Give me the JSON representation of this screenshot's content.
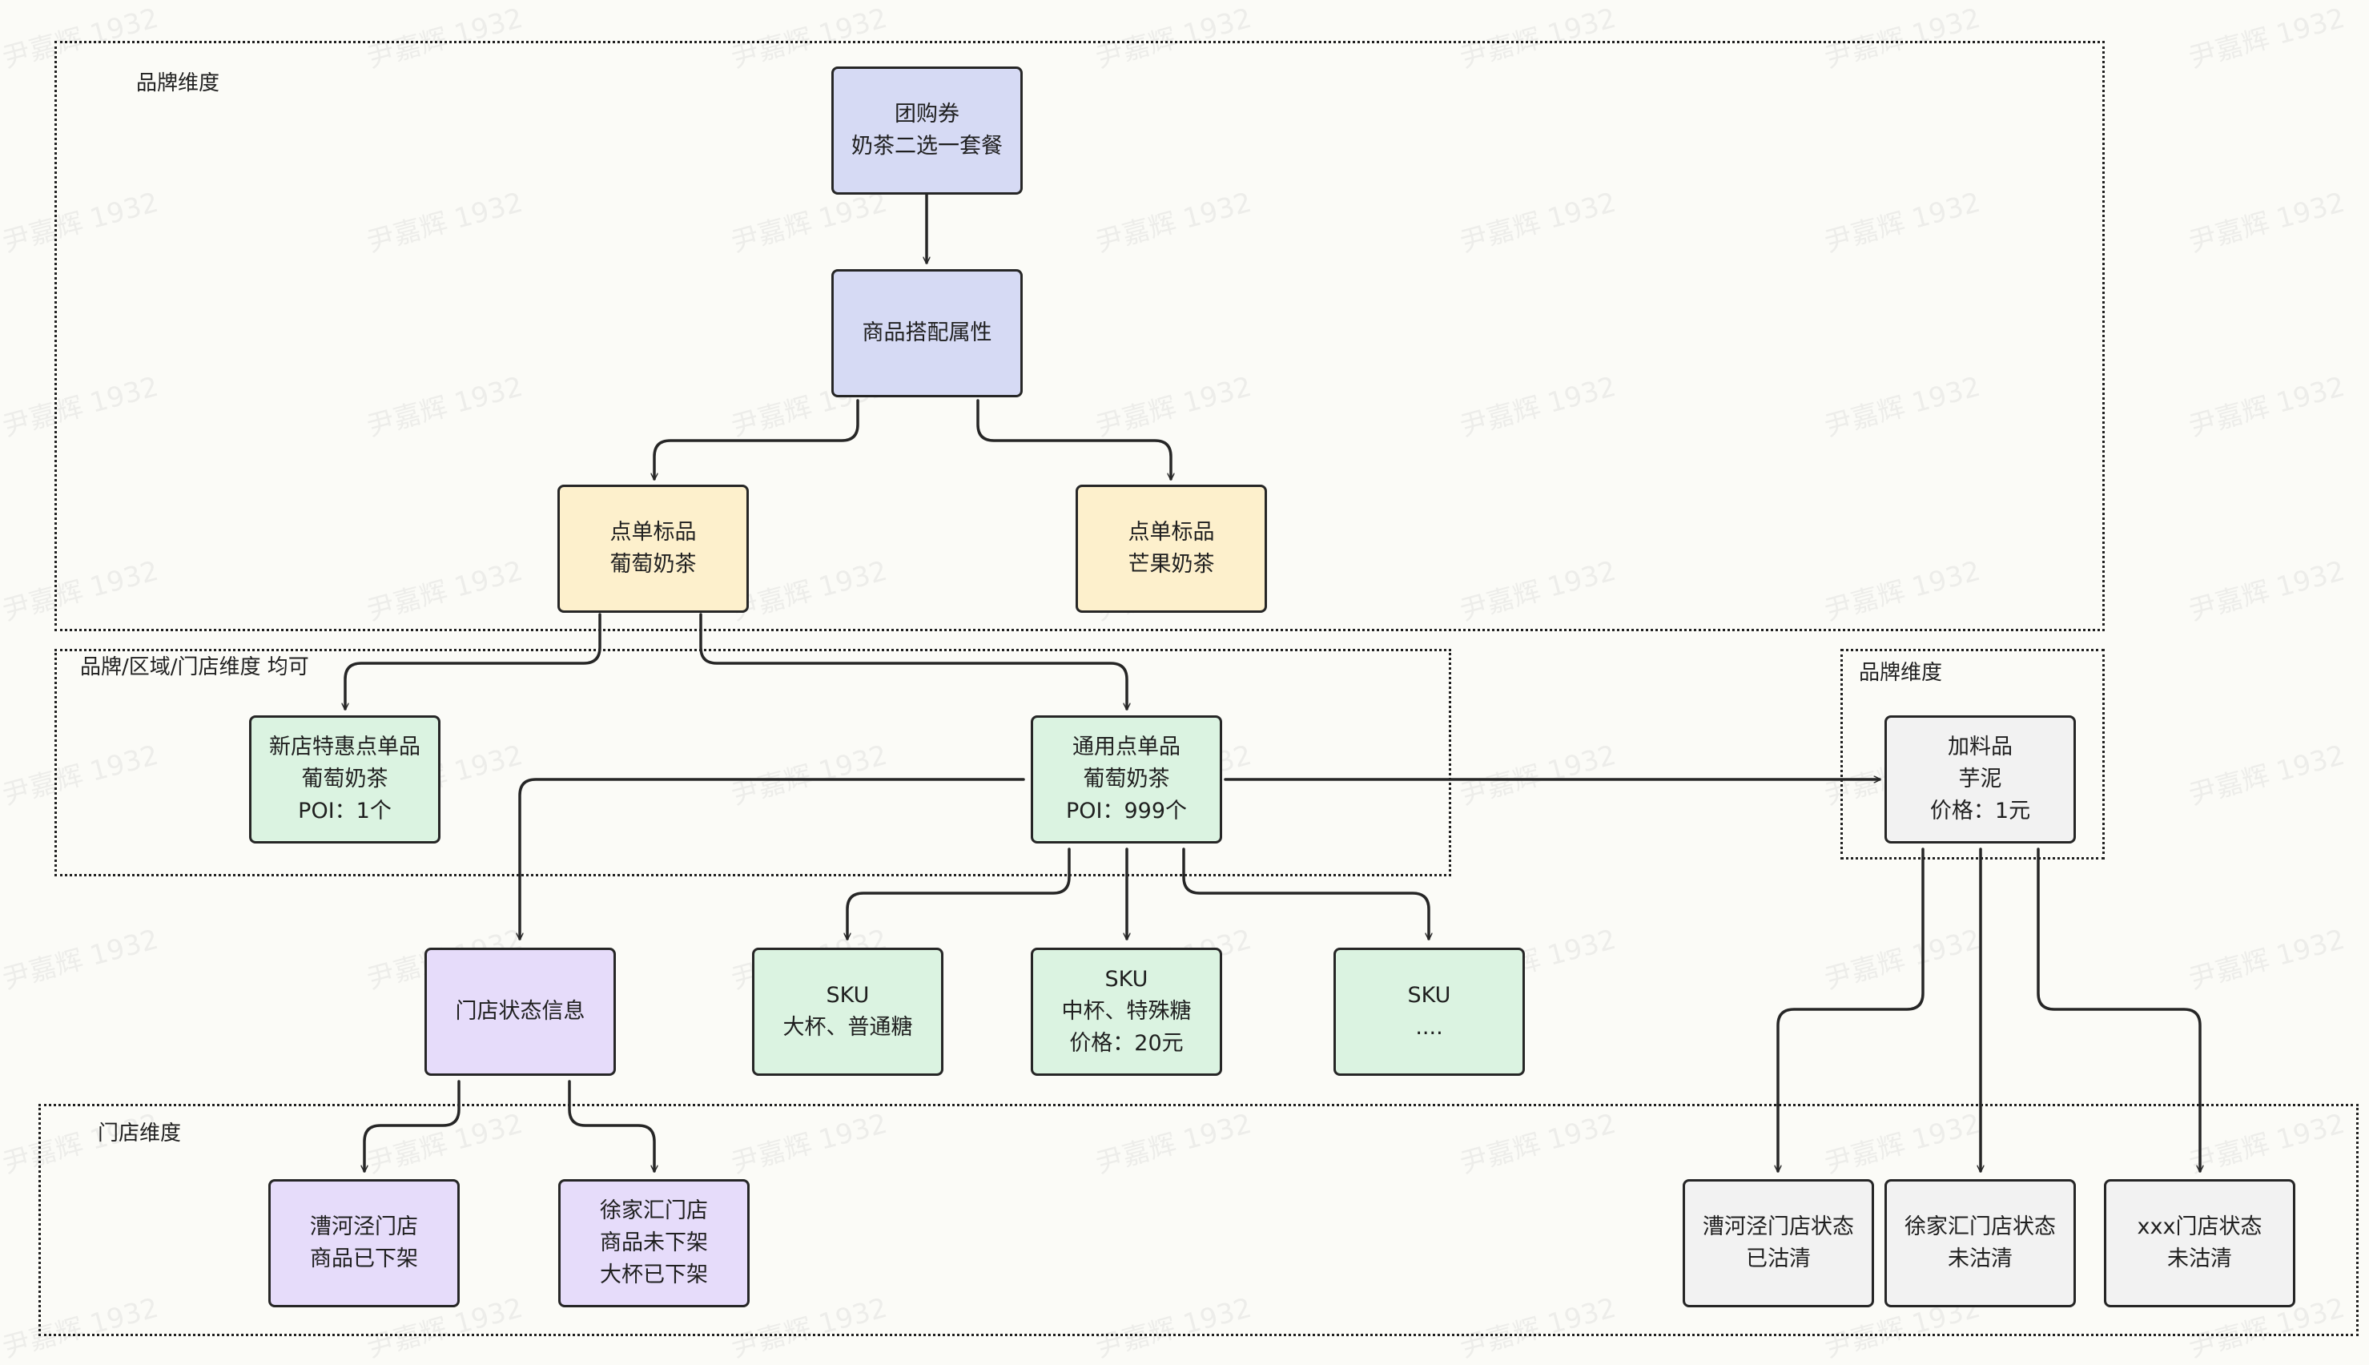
{
  "watermark": "尹嘉辉 1932",
  "regions": {
    "brand_top": "品牌维度",
    "brand_region_store": "品牌/区域/门店维度 均可",
    "brand_right": "品牌维度",
    "store": "门店维度"
  },
  "nodes": {
    "groupon": {
      "line1": "团购券",
      "line2": "奶茶二选一套餐"
    },
    "attr": {
      "line1": "商品搭配属性"
    },
    "grape_std": {
      "line1": "点单标品",
      "line2": "葡萄奶茶"
    },
    "mango_std": {
      "line1": "点单标品",
      "line2": "芒果奶茶"
    },
    "new_store": {
      "line1": "新店特惠点单品",
      "line2": "葡萄奶茶",
      "line3": "POI：1个"
    },
    "general": {
      "line1": "通用点单品",
      "line2": "葡萄奶茶",
      "line3": "POI：999个"
    },
    "topping": {
      "line1": "加料品",
      "line2": "芋泥",
      "line3": "价格：1元"
    },
    "store_status": {
      "line1": "门店状态信息"
    },
    "sku1": {
      "line1": "SKU",
      "line2": "大杯、普通糖"
    },
    "sku2": {
      "line1": "SKU",
      "line2": "中杯、特殊糖",
      "line3": "价格：20元"
    },
    "sku3": {
      "line1": "SKU",
      "line2": "...."
    },
    "caohejing": {
      "line1": "漕河泾门店",
      "line2": "商品已下架"
    },
    "xujiahui": {
      "line1": "徐家汇门店",
      "line2": "商品未下架",
      "line3": "大杯已下架"
    },
    "caohejing_status": {
      "line1": "漕河泾门店状态",
      "line2": "已沽清"
    },
    "xujiahui_status": {
      "line1": "徐家汇门店状态",
      "line2": "未沽清"
    },
    "xxx_status": {
      "line1": "xxx门店状态",
      "line2": "未沽清"
    }
  },
  "colors": {
    "blue": "#d6daf4",
    "yellow": "#fdf0cc",
    "green": "#dbf3e1",
    "purple": "#e6dcfa",
    "gray": "#f2f2f2",
    "stroke": "#262626"
  }
}
